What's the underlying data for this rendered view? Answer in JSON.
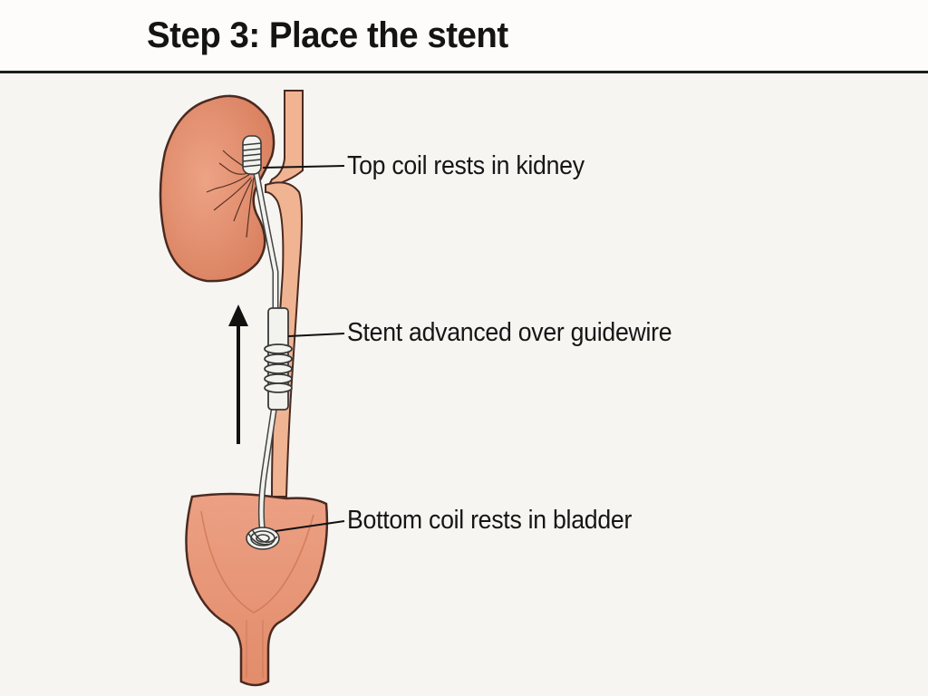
{
  "title": "Step 3: Place the stent",
  "labels": {
    "top_coil": "Top coil rests in kidney",
    "stent": "Stent advanced over guidewire",
    "bottom_coil": "Bottom coil rests in bladder"
  },
  "colors": {
    "organ_fill": "#e39273",
    "organ_outline": "#4a2a20",
    "ureter_fill": "#f0b493",
    "stent": "#f2f2ee",
    "ink": "#141414",
    "background": "#f6f5f2"
  }
}
